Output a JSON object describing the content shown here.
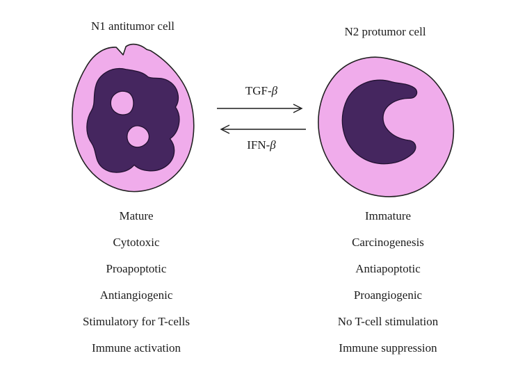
{
  "diagram": {
    "cells": {
      "left": {
        "title": "N1 antitumor cell",
        "properties": [
          "Mature",
          "Cytotoxic",
          "Proapoptotic",
          "Antiangiogenic",
          "Stimulatory for T-cells",
          "Immune activation"
        ]
      },
      "right": {
        "title": "N2 protumor cell",
        "properties": [
          "Immature",
          "Carcinogenesis",
          "Antiapoptotic",
          "Proangiogenic",
          "No T-cell stimulation",
          "Immune suppression"
        ]
      }
    },
    "arrows": {
      "top": {
        "prefix": "TGF-",
        "symbol": "β"
      },
      "bottom": {
        "prefix": "IFN-",
        "symbol": "β"
      }
    },
    "colors": {
      "cell_fill": "#f0aceb",
      "nucleus_fill": "#45265f",
      "outline": "#202020",
      "text": "#1c1c1c"
    }
  }
}
